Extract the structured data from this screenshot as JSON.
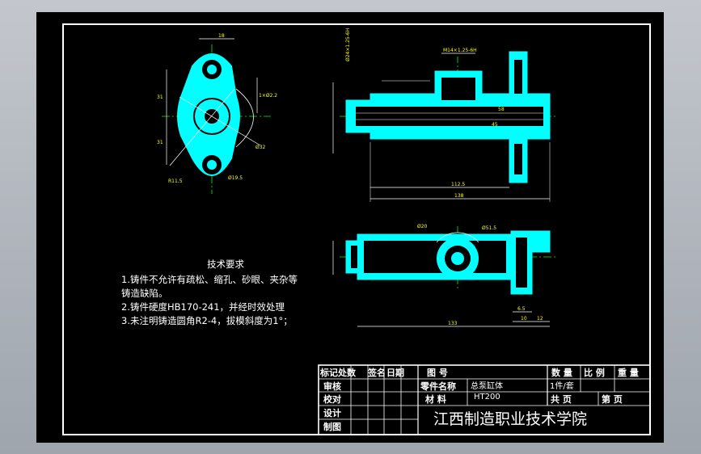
{
  "technical_requirements": {
    "heading": "技术要求",
    "lines": [
      "1.铸件不允许有疏松、缩孔、砂眼、夹杂等",
      "铸造缺陷。",
      "2.铸件硬度HB170-241，并经时效处理",
      "3.未注明铸造圆角R2-4，拔模斜度为1°；"
    ]
  },
  "title_block": {
    "row1": {
      "c1": "标记",
      "c2": "处数",
      "c3": "签名",
      "c4": "日期",
      "drawing_no_label": "图 号",
      "qty_label": "数 量",
      "scale_label": "比 例",
      "weight_label": "重 量"
    },
    "review_label": "审核",
    "part_name_label": "零件名称",
    "part_name": "总泵缸体",
    "qty_value": "1件/套",
    "check_label": "校对",
    "material_label": "材 料",
    "material": "HT200",
    "total_sheets_label": "共  页",
    "sheet_label": "第  页",
    "design_label": "设计",
    "draw_label": "制图",
    "school": "江西制造职业技术学院"
  },
  "dimensions": {
    "left_top": "18",
    "left_r": "R11.5",
    "left_d": "Ø19.5",
    "left_h1": "31",
    "left_h2": "31",
    "left_dia": "Ø32",
    "left_side": "1×Ø2.2",
    "front_top1": "M14×1.25-6H",
    "front_top2": "Ø24×1.25-6H",
    "front_w1": "112.5",
    "front_w2": "138",
    "front_inner": "58",
    "front_inner2": "45",
    "bottom_w": "133",
    "bottom_r1": "Ø20",
    "bottom_r2": "Ø51.5",
    "bottom_s1": "6.5",
    "bottom_s2": "10",
    "bottom_s3": "12"
  }
}
